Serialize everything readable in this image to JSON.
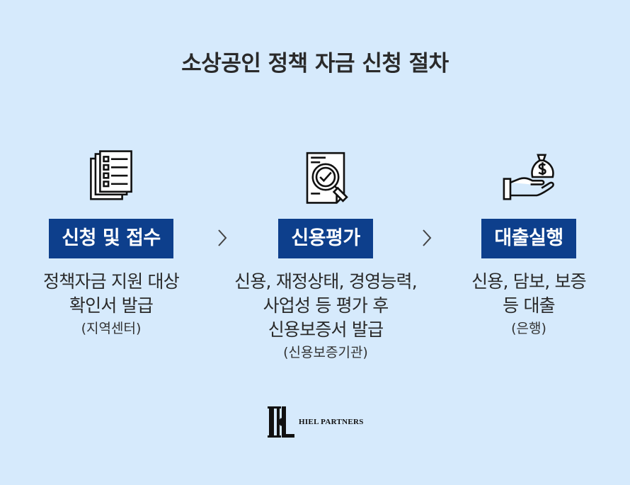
{
  "title": "소상공인 정책 자금 신청 절차",
  "steps": [
    {
      "icon": "document-list-icon",
      "label": "신청 및 접수",
      "desc": [
        "정책자금 지원 대상",
        "확인서 발급"
      ],
      "sub": "(지역센터)"
    },
    {
      "icon": "document-magnifier-check-icon",
      "label": "신용평가",
      "desc": [
        "신용, 재정상태, 경영능력,",
        "사업성 등 평가 후",
        "신용보증서 발급"
      ],
      "sub": "(신용보증기관)"
    },
    {
      "icon": "hand-money-bag-icon",
      "label": "대출실행",
      "desc": [
        "신용, 담보, 보증",
        "등 대출"
      ],
      "sub": "(은행)"
    }
  ],
  "logo": {
    "text": "HIEL PARTNERS"
  },
  "colors": {
    "background": "#d6eafc",
    "badge": "#0d3f8c",
    "badge_text": "#ffffff"
  }
}
